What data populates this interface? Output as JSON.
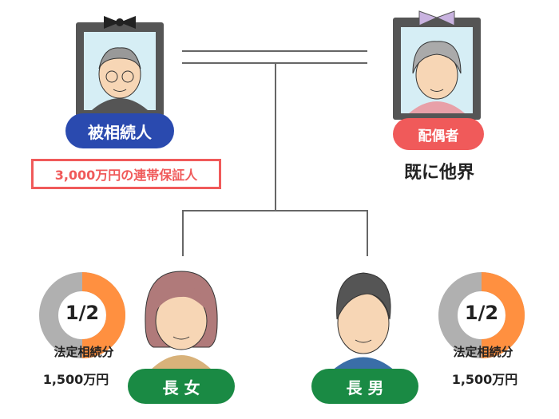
{
  "deceased": {
    "label": "被相続人",
    "note": "3,000万円の連帯保証人"
  },
  "spouse": {
    "label": "配偶者",
    "status": "既に他界"
  },
  "daughter": {
    "label": "長 女",
    "fraction": "1/2",
    "share_label": "法定相続分",
    "amount": "1,500万円",
    "share_value": 0.5
  },
  "son": {
    "label": "長 男",
    "fraction": "1/2",
    "share_label": "法定相続分",
    "amount": "1,500万円",
    "share_value": 0.5
  },
  "colors": {
    "deceased_badge": "#2a4aaf",
    "spouse_badge": "#f05a5a",
    "note": "#f05a5a",
    "child_badge": "#1a8a44",
    "share": "#ff9040",
    "share_rest": "#b0b0b0"
  }
}
